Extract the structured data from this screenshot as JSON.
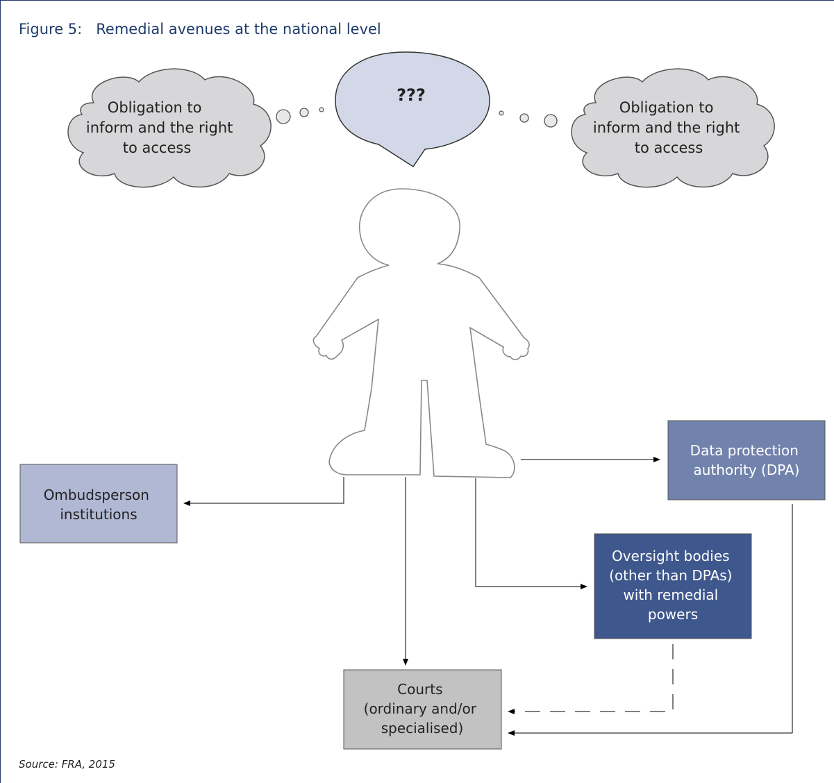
{
  "title": "Figure 5:   Remedial avenues at the national level",
  "source": "Source: FRA, 2015",
  "speech": {
    "text": "???"
  },
  "cloud_left": {
    "lines": [
      "Obligation to",
      "inform and the right",
      "to access"
    ]
  },
  "cloud_right": {
    "lines": [
      "Obligation to",
      "inform and the right",
      "to access"
    ]
  },
  "boxes": {
    "dpa": {
      "lines": [
        "Data protection",
        "authority (DPA)"
      ]
    },
    "ombudsperson": {
      "lines": [
        "Ombudsperson",
        "institutions"
      ]
    },
    "oversight": {
      "lines": [
        "Oversight bodies",
        "(other than DPAs)",
        "with remedial",
        "powers"
      ]
    },
    "courts": {
      "lines": [
        "Courts",
        "(ordinary and/or",
        "specialised)"
      ]
    }
  },
  "colors": {
    "title": "#1f3b6b",
    "cloud_fill": "#d7d7d9",
    "speech_fill": "#d3d8e8",
    "dpa_fill": "#7183ac",
    "ombudsperson_fill": "#b0b8d4",
    "oversight_fill": "#3e578d",
    "courts_fill": "#c2c2c2"
  }
}
